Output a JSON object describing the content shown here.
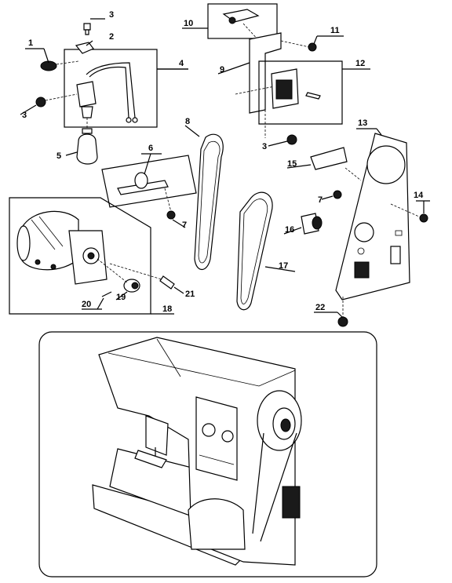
{
  "diagram": {
    "callouts": [
      "1",
      "2",
      "3",
      "3",
      "3",
      "4",
      "5",
      "6",
      "7",
      "7",
      "8",
      "9",
      "10",
      "11",
      "12",
      "13",
      "14",
      "15",
      "16",
      "17",
      "18",
      "19",
      "20",
      "21",
      "22"
    ]
  }
}
